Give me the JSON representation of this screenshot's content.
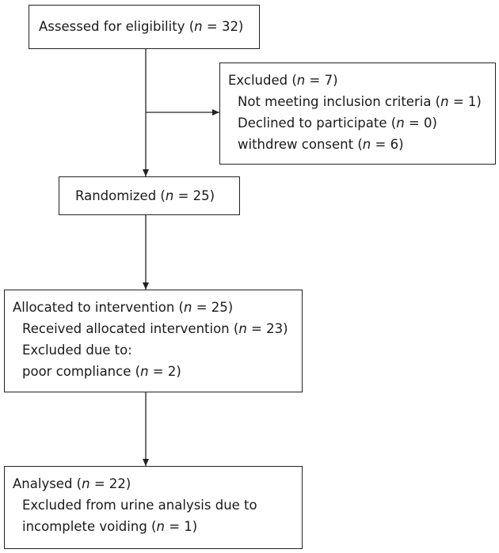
{
  "flowchart": {
    "assessed": {
      "label": "Assessed for eligibility (",
      "var": "n",
      "rest": " = 32)"
    },
    "excluded": {
      "title": {
        "label": "Excluded (",
        "var": "n",
        "rest": " = 7)"
      },
      "items": [
        {
          "label": "Not meeting inclusion criteria (",
          "var": "n",
          "rest": " = 1)"
        },
        {
          "label": "Declined to participate (",
          "var": "n",
          "rest": " = 0)"
        },
        {
          "label": "withdrew consent (",
          "var": "n",
          "rest": " = 6)"
        }
      ]
    },
    "randomized": {
      "label": "Randomized (",
      "var": "n",
      "rest": " = 25)"
    },
    "allocated": {
      "title": {
        "label": "Allocated to intervention (",
        "var": "n",
        "rest": " = 25)"
      },
      "received": {
        "label": "Received allocated intervention (",
        "var": "n",
        "rest": " = 23)"
      },
      "excluded_due": "Excluded due to:",
      "poor": {
        "label": "poor compliance (",
        "var": "n",
        "rest": " = 2)"
      }
    },
    "analysed": {
      "title": {
        "label": "Analysed (",
        "var": "n",
        "rest": " = 22)"
      },
      "excluded_urine": "Excluded from urine analysis due to",
      "incomplete": {
        "label": "incomplete voiding (",
        "var": "n",
        "rest": " = 1)"
      }
    }
  }
}
